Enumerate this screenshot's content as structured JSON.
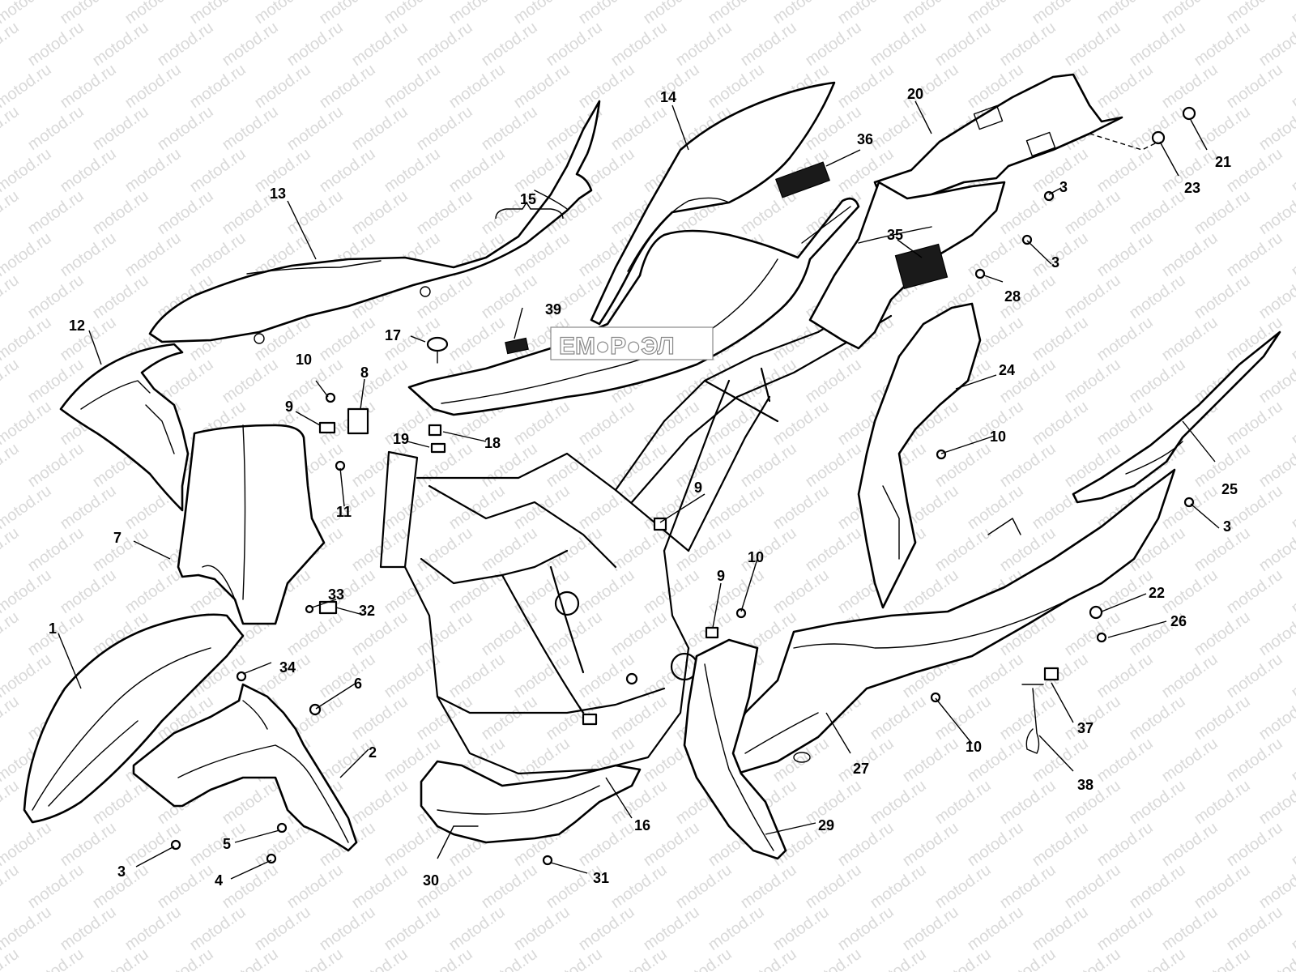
{
  "watermark": {
    "text": "motod.ru",
    "color": "#d9d9d9"
  },
  "stamp": {
    "text": "ЕМ●Р●ЭЛ"
  },
  "callouts": [
    {
      "id": "1",
      "label": "1"
    },
    {
      "id": "2",
      "label": "2"
    },
    {
      "id": "3a",
      "label": "3"
    },
    {
      "id": "3b",
      "label": "3"
    },
    {
      "id": "3c",
      "label": "3"
    },
    {
      "id": "3d",
      "label": "3"
    },
    {
      "id": "4",
      "label": "4"
    },
    {
      "id": "5",
      "label": "5"
    },
    {
      "id": "6",
      "label": "6"
    },
    {
      "id": "7",
      "label": "7"
    },
    {
      "id": "8",
      "label": "8"
    },
    {
      "id": "9a",
      "label": "9"
    },
    {
      "id": "9b",
      "label": "9"
    },
    {
      "id": "9c",
      "label": "9"
    },
    {
      "id": "10a",
      "label": "10"
    },
    {
      "id": "10b",
      "label": "10"
    },
    {
      "id": "10c",
      "label": "10"
    },
    {
      "id": "10d",
      "label": "10"
    },
    {
      "id": "11",
      "label": "11"
    },
    {
      "id": "12",
      "label": "12"
    },
    {
      "id": "13",
      "label": "13"
    },
    {
      "id": "14",
      "label": "14"
    },
    {
      "id": "15",
      "label": "15"
    },
    {
      "id": "16",
      "label": "16"
    },
    {
      "id": "17",
      "label": "17"
    },
    {
      "id": "18",
      "label": "18"
    },
    {
      "id": "19",
      "label": "19"
    },
    {
      "id": "20",
      "label": "20"
    },
    {
      "id": "21",
      "label": "21"
    },
    {
      "id": "22",
      "label": "22"
    },
    {
      "id": "23",
      "label": "23"
    },
    {
      "id": "24",
      "label": "24"
    },
    {
      "id": "25",
      "label": "25"
    },
    {
      "id": "26",
      "label": "26"
    },
    {
      "id": "27",
      "label": "27"
    },
    {
      "id": "28",
      "label": "28"
    },
    {
      "id": "29",
      "label": "29"
    },
    {
      "id": "30",
      "label": "30"
    },
    {
      "id": "31",
      "label": "31"
    },
    {
      "id": "32",
      "label": "32"
    },
    {
      "id": "33",
      "label": "33"
    },
    {
      "id": "34",
      "label": "34"
    },
    {
      "id": "35",
      "label": "35"
    },
    {
      "id": "36",
      "label": "36"
    },
    {
      "id": "37",
      "label": "37"
    },
    {
      "id": "38",
      "label": "38"
    },
    {
      "id": "39",
      "label": "39"
    }
  ]
}
